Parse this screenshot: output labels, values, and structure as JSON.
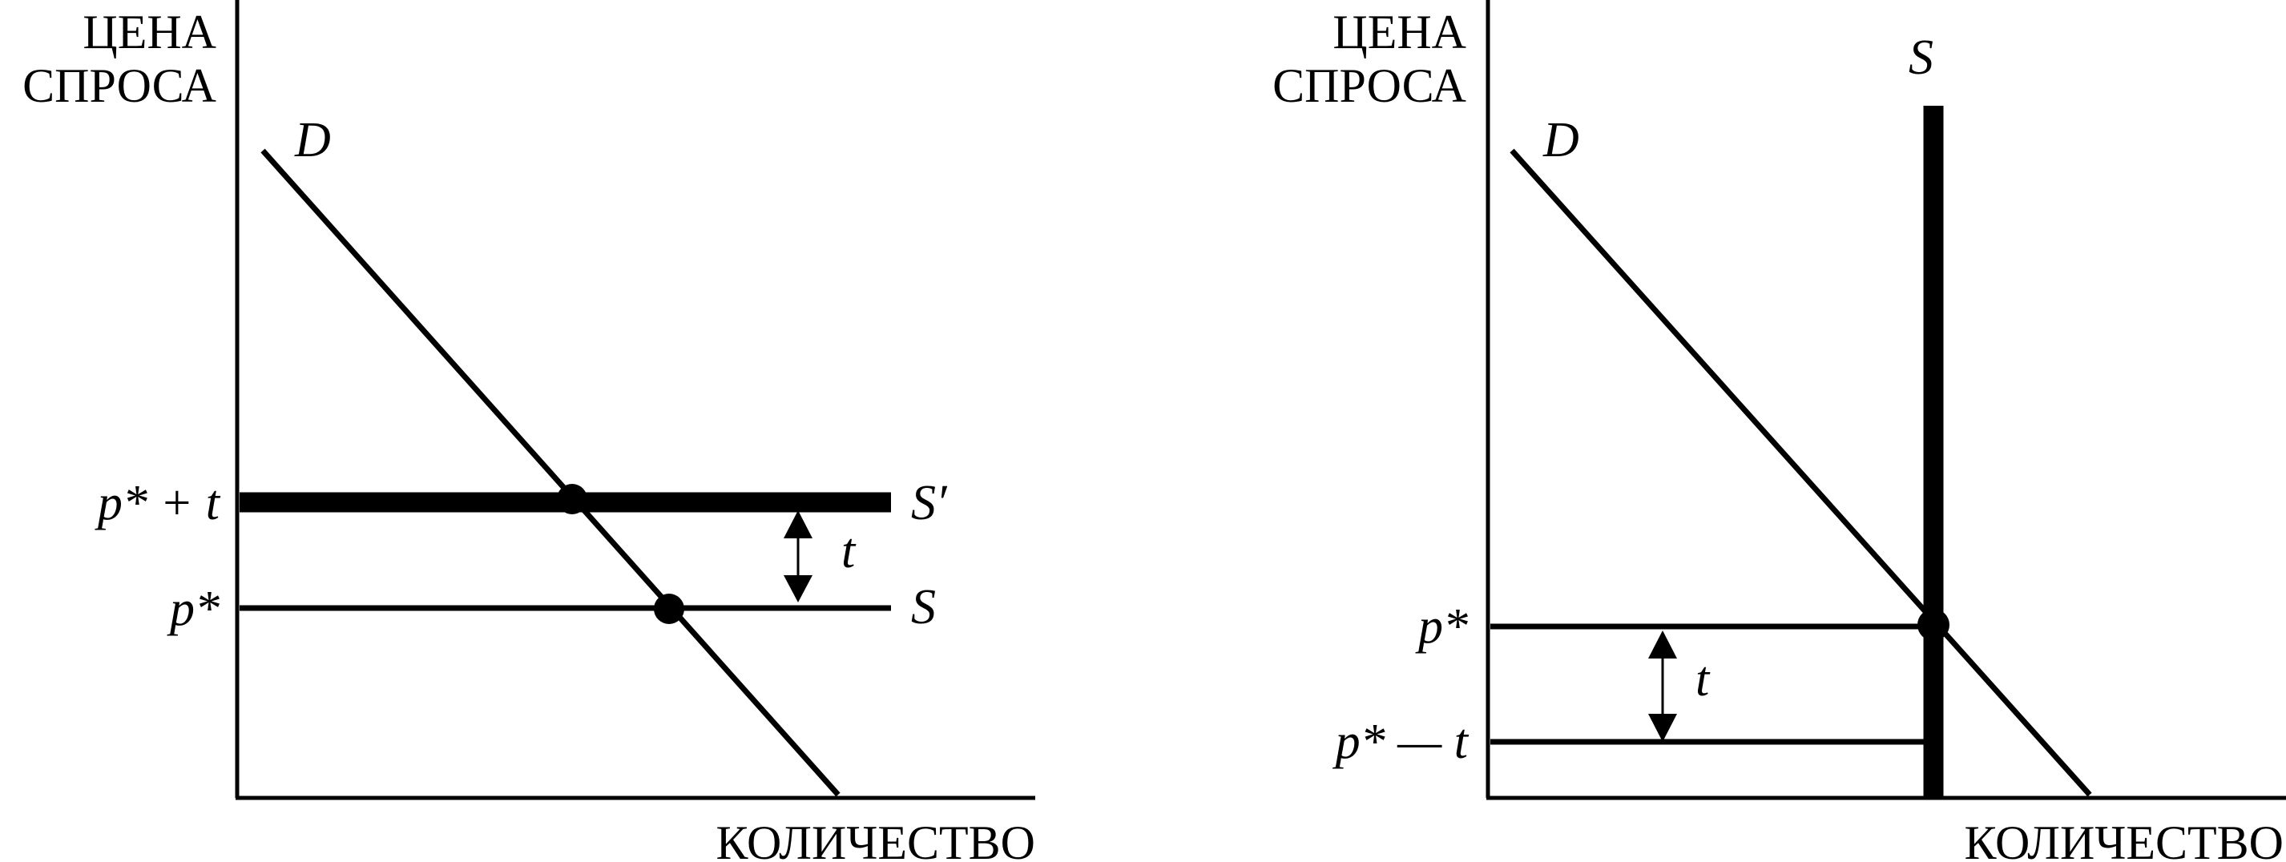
{
  "colors": {
    "ink": "#000000",
    "background": "#ffffff"
  },
  "left_panel": {
    "y_axis_title": [
      "ЦЕНА",
      "СПРОСА"
    ],
    "x_axis_title": "КОЛИЧЕСТВО",
    "demand_label": "D",
    "supply_with_tax_label": "S′",
    "supply_label": "S",
    "price_with_tax_label": "p* + t",
    "price_label": "p*",
    "tax_label": "t"
  },
  "right_panel": {
    "y_axis_title": [
      "ЦЕНА",
      "СПРОСА"
    ],
    "x_axis_title": "КОЛИЧЕСТВО",
    "demand_label": "D",
    "supply_label": "S",
    "price_label": "p*",
    "price_minus_tax_label": "p* — t",
    "tax_label": "t"
  }
}
